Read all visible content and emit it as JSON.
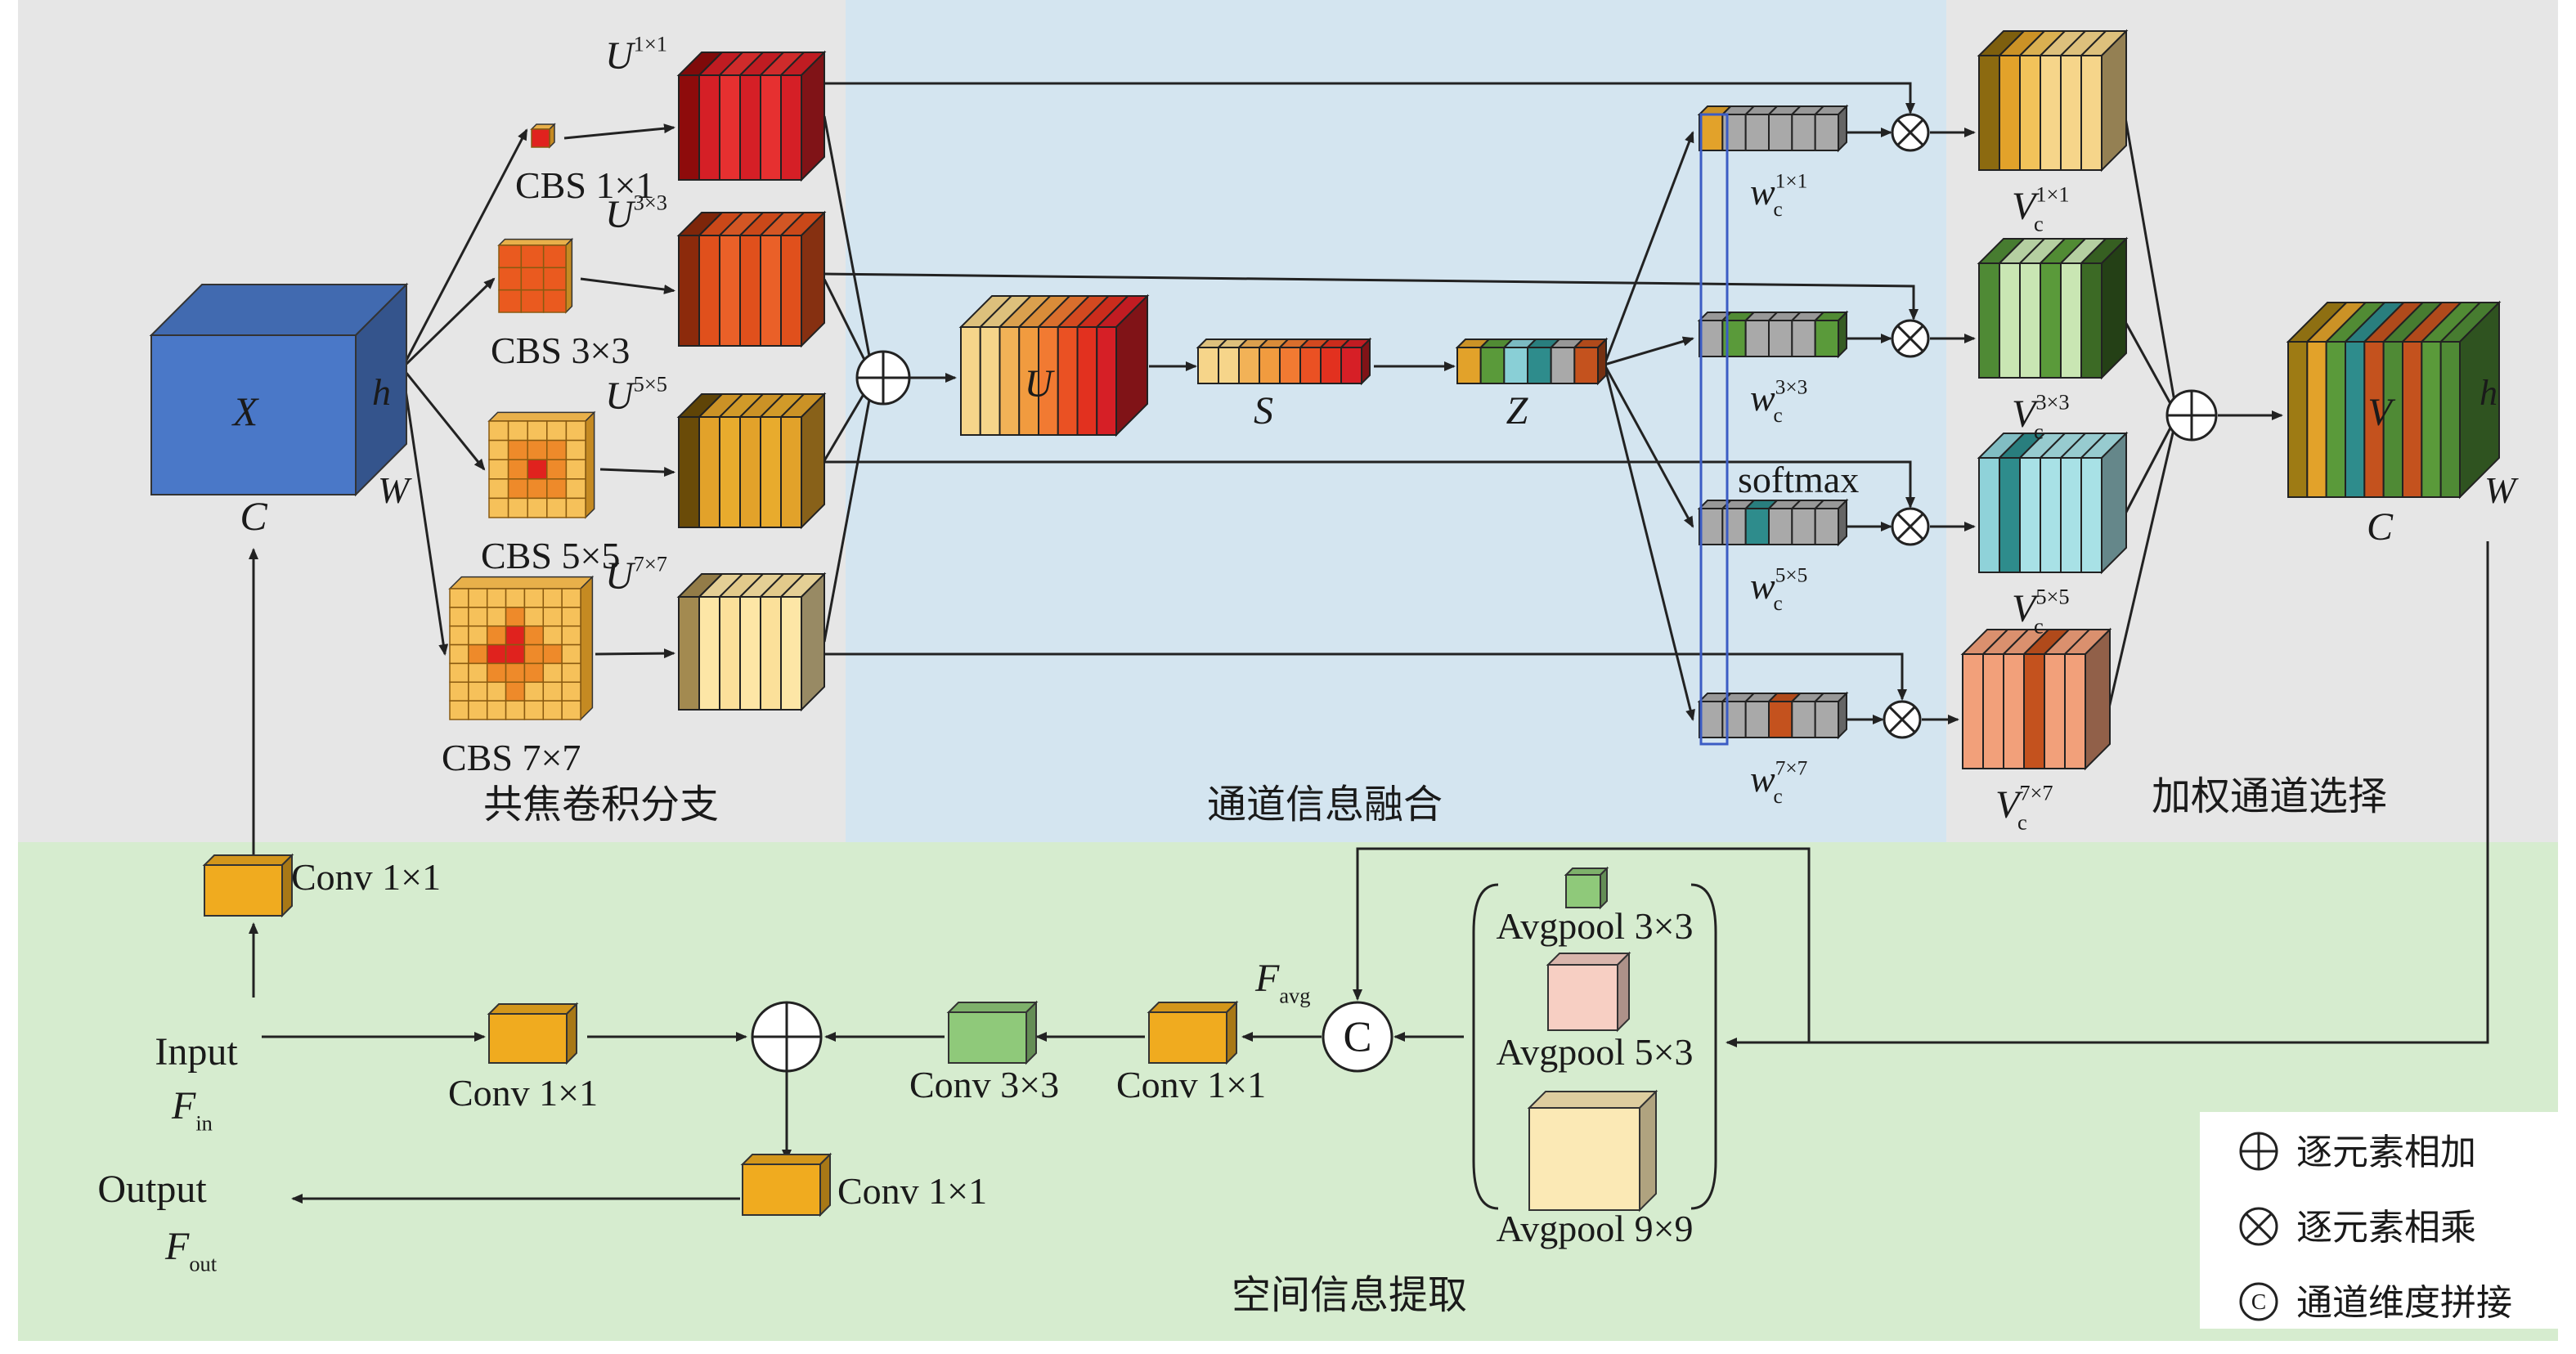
{
  "regions": {
    "cofocal": "共焦卷积分支",
    "fusion": "通道信息融合",
    "weighted": "加权通道选择",
    "spatial": "空间信息提取"
  },
  "input_cube": {
    "label": "X",
    "h": "h",
    "w": "W",
    "c": "C"
  },
  "cbs": [
    {
      "label": "CBS 1×1",
      "u_sup": "1×1",
      "cells": 1,
      "hot": [
        [
          0,
          0
        ]
      ],
      "warm": []
    },
    {
      "label": "CBS 3×3",
      "u_sup": "3×3",
      "cells": 3,
      "hot": [],
      "warm": []
    },
    {
      "label": "CBS 5×5",
      "u_sup": "5×5",
      "cells": 5,
      "hot": [
        [
          2,
          2
        ]
      ],
      "warm": [
        [
          1,
          2
        ],
        [
          2,
          1
        ],
        [
          2,
          3
        ],
        [
          3,
          2
        ],
        [
          1,
          1
        ],
        [
          1,
          3
        ],
        [
          3,
          1
        ],
        [
          3,
          3
        ]
      ]
    },
    {
      "label": "CBS 7×7",
      "u_sup": "7×7",
      "cells": 7,
      "hot": [
        [
          3,
          3
        ],
        [
          2,
          3
        ],
        [
          3,
          2
        ]
      ],
      "warm": [
        [
          2,
          2
        ],
        [
          2,
          4
        ],
        [
          4,
          2
        ],
        [
          4,
          3
        ],
        [
          3,
          4
        ],
        [
          4,
          4
        ],
        [
          1,
          3
        ],
        [
          3,
          1
        ],
        [
          5,
          3
        ],
        [
          3,
          5
        ]
      ]
    }
  ],
  "u_letter": "U",
  "colors": {
    "c1": [
      "#8e0b0b",
      "#d51f26",
      "#e63030",
      "#d51f26",
      "#e63030",
      "#d51f26"
    ],
    "c3": [
      "#8c2a0b",
      "#e0501c",
      "#ea6028",
      "#e0501c",
      "#ea6028",
      "#e0501c"
    ],
    "c5": [
      "#6a4b08",
      "#e2a22a",
      "#e8ab2d",
      "#e2a22a",
      "#e8ab2d",
      "#e2a22a"
    ],
    "c7": [
      "#a38a50",
      "#fde6a6",
      "#fbe09a",
      "#fde6a6",
      "#fbe09a",
      "#fde6a6"
    ],
    "u": [
      "#f6d58a",
      "#f6d58a",
      "#f2b257",
      "#f19b3f",
      "#f17a32",
      "#ea5123",
      "#e2311f",
      "#d61f26"
    ],
    "s": [
      "#f6d58a",
      "#f6d58a",
      "#f2b257",
      "#f19b3f",
      "#f17a32",
      "#ea5123",
      "#e2311f",
      "#d61f26"
    ],
    "z": [
      "#e2a22a",
      "#5a9a3a",
      "#89cfd6",
      "#2e8c8c",
      "#a9a9a9",
      "#c4521e"
    ],
    "w": [
      [
        "#e2a22a",
        "#a9a9a9",
        "#a9a9a9",
        "#a9a9a9",
        "#a9a9a9",
        "#a9a9a9"
      ],
      [
        "#a9a9a9",
        "#5a9a3a",
        "#a9a9a9",
        "#a9a9a9",
        "#a9a9a9",
        "#5a9a3a"
      ],
      [
        "#a9a9a9",
        "#a9a9a9",
        "#2e8c8c",
        "#a9a9a9",
        "#a9a9a9",
        "#a9a9a9"
      ],
      [
        "#a9a9a9",
        "#a9a9a9",
        "#a9a9a9",
        "#c4521e",
        "#a9a9a9",
        "#a9a9a9"
      ]
    ],
    "v": [
      [
        "#8c6a10",
        "#e2a22a",
        "#f2c35a",
        "#f6d58a",
        "#f6d58a",
        "#f6d58a"
      ],
      [
        "#4f8a35",
        "#c9e6b3",
        "#c9e6b3",
        "#5a9a3a",
        "#c9e6b3",
        "#3c6a25"
      ],
      [
        "#8fd2d9",
        "#2e8c8c",
        "#a8e1e6",
        "#a8e1e6",
        "#a8e1e6",
        "#a8e1e6"
      ],
      [
        "#f2a07a",
        "#f2a07a",
        "#f2a07a",
        "#c4521e",
        "#f2a07a",
        "#f2a07a"
      ]
    ],
    "vfinal": [
      "#9e7b14",
      "#e2a22a",
      "#5a9a3a",
      "#2e8c8c",
      "#c4521e",
      "#4f8a35",
      "#c4521e",
      "#5a9a3a",
      "#4f8a35"
    ]
  },
  "labels": {
    "U": "U",
    "S": "S",
    "Z": "Z",
    "V": "V",
    "h": "h",
    "W": "W",
    "C": "C",
    "softmax": "softmax",
    "w_letter": "w",
    "w_sub": "c",
    "v_letter": "V",
    "v_sub": "c",
    "weights": [
      "1×1",
      "3×3",
      "5×5",
      "7×7"
    ]
  },
  "spatial": {
    "conv_top": "Conv 1×1",
    "input": "Input",
    "f_in_letter": "F",
    "f_in_sub": "in",
    "conv_mid": "Conv 1×1",
    "conv33": "Conv 3×3",
    "conv11b": "Conv 1×1",
    "favg_letter": "F",
    "favg_sub": "avg",
    "concat": "C",
    "avg1": "Avgpool 3×3",
    "avg2": "Avgpool 5×3",
    "avg3": "Avgpool 9×9",
    "output": "Output",
    "f_out_letter": "F",
    "f_out_sub": "out",
    "conv_out": "Conv 1×1"
  },
  "legend": {
    "add": "逐元素相加",
    "mul": "逐元素相乘",
    "cat_symbol": "C",
    "cat": "通道维度拼接"
  },
  "palette": {
    "gray_bg": "#e6e6e6",
    "blue_bg": "#d4e5f0",
    "green_bg": "#d6eccf",
    "orange": "#f0ab1f",
    "green_box": "#8fc97a",
    "pink_box": "#f7cfc3",
    "cream_box": "#fbe9b5",
    "x_cube": "#4a78c8"
  }
}
